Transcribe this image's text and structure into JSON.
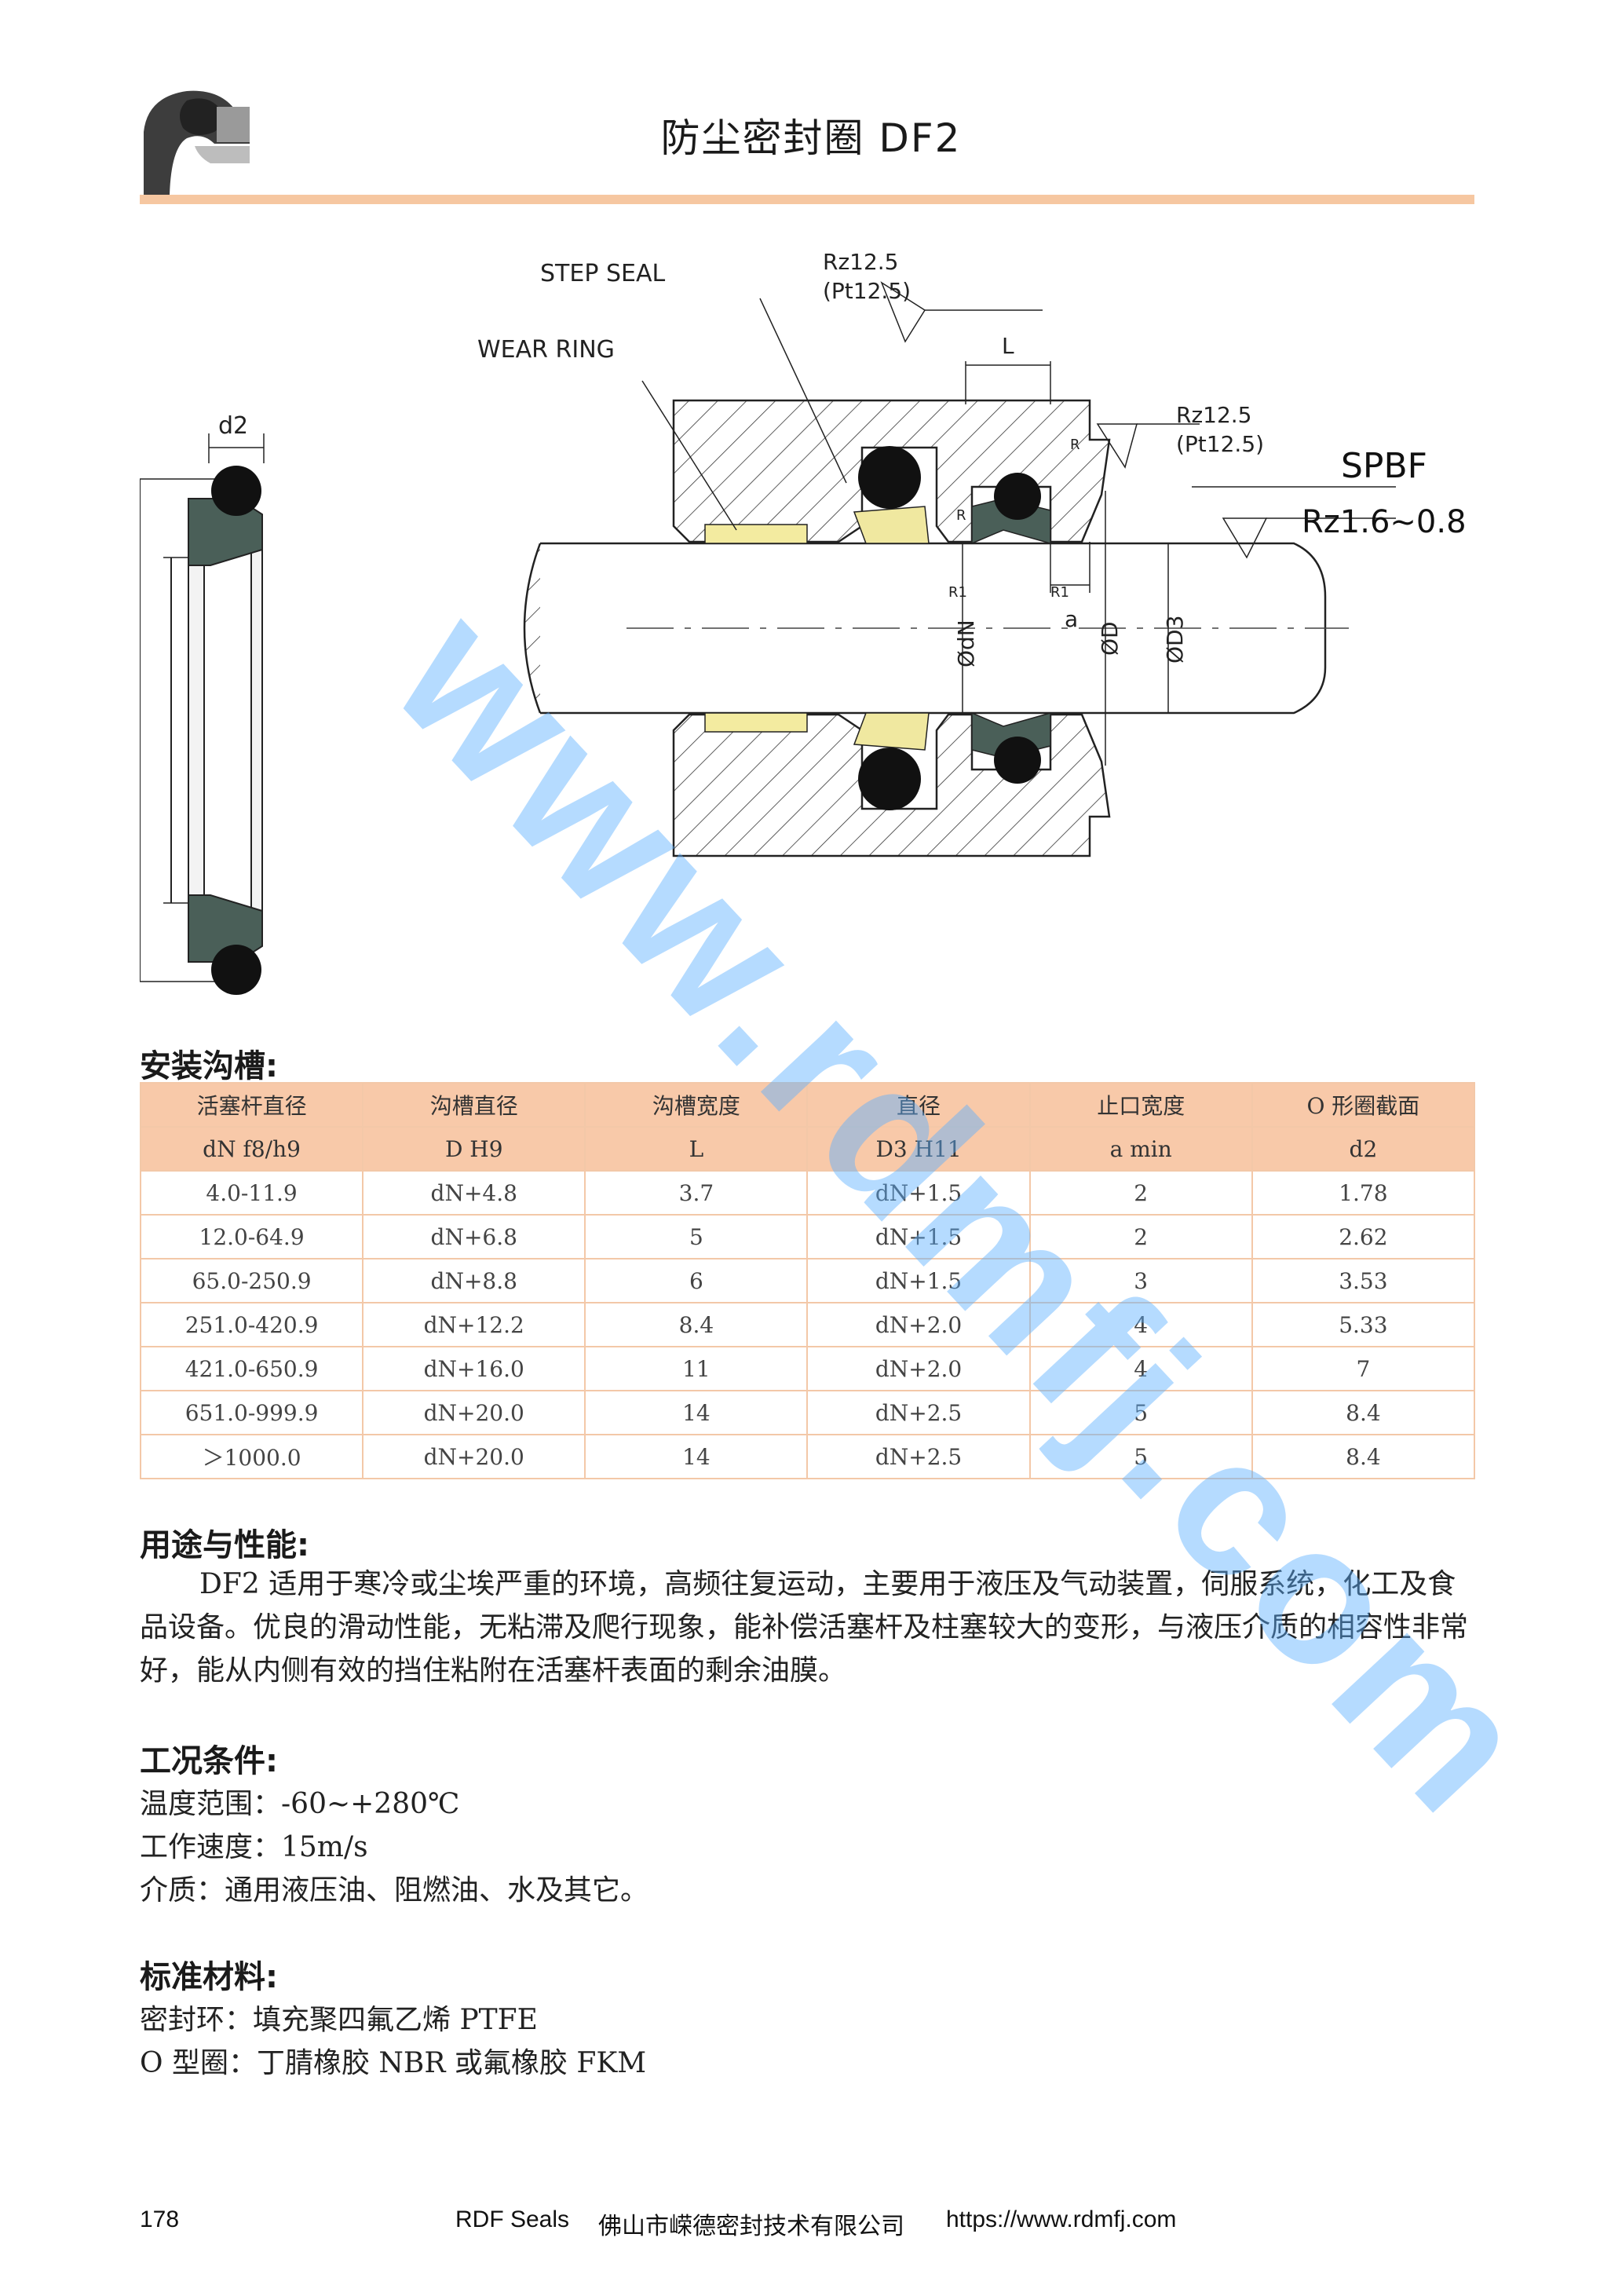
{
  "page": {
    "title": "防尘密封圈 DF2"
  },
  "drawing": {
    "labels": {
      "step_seal": "STEP SEAL",
      "wear_ring": "WEAR RING",
      "roughness_top": "Rz12.5",
      "roughness_top_pt": "(Pt12.5)",
      "roughness_mid": "Rz12.5",
      "roughness_mid_pt": "(Pt12.5)",
      "spbf": "SPBF",
      "roughness_rod": "Rz1.6~0.8",
      "dim_L": "L",
      "dim_a": "a",
      "dim_d2": "d2",
      "dim_dN": "ØdN",
      "dim_D": "ØD",
      "dim_D3": "ØD3",
      "r1_left": "R1",
      "r1_right": "R1",
      "r_left": "R",
      "r_right": "R"
    }
  },
  "install": {
    "heading": "安装沟槽:",
    "header_row1": [
      "活塞杆直径",
      "沟槽直径",
      "沟槽宽度",
      "直径",
      "止口宽度",
      "O 形圈截面"
    ],
    "header_row2": [
      "dN f8/h9",
      "D H9",
      "L",
      "D3 H11",
      "a min",
      "d2"
    ],
    "rows": [
      [
        "4.0-11.9",
        "dN+4.8",
        "3.7",
        "dN+1.5",
        "2",
        "1.78"
      ],
      [
        "12.0-64.9",
        "dN+6.8",
        "5",
        "dN+1.5",
        "2",
        "2.62"
      ],
      [
        "65.0-250.9",
        "dN+8.8",
        "6",
        "dN+1.5",
        "3",
        "3.53"
      ],
      [
        "251.0-420.9",
        "dN+12.2",
        "8.4",
        "dN+2.0",
        "4",
        "5.33"
      ],
      [
        "421.0-650.9",
        "dN+16.0",
        "11",
        "dN+2.0",
        "4",
        "7"
      ],
      [
        "651.0-999.9",
        "dN+20.0",
        "14",
        "dN+2.5",
        "5",
        "8.4"
      ],
      [
        "＞1000.0",
        "dN+20.0",
        "14",
        "dN+2.5",
        "5",
        "8.4"
      ]
    ]
  },
  "usage": {
    "heading": "用途与性能:",
    "text": "DF2 适用于寒冷或尘埃严重的环境，高频往复运动，主要用于液压及气动装置，伺服系统，化工及食品设备。优良的滑动性能，无粘滞及爬行现象，能补偿活塞杆及柱塞较大的变形，与液压介质的相容性非常好，能从内侧有效的挡住粘附在活塞杆表面的剩余油膜。"
  },
  "conditions": {
    "heading": "工况条件:",
    "temperature": "温度范围：-60~+280℃",
    "speed": "工作速度：15m/s",
    "medium": "介质：通用液压油、阻燃油、水及其它。"
  },
  "materials": {
    "heading": "标准材料:",
    "seal_ring": "密封环：填充聚四氟乙烯 PTFE",
    "o_ring": "O 型圈：丁腈橡胶 NBR 或氟橡胶 FKM"
  },
  "footer": {
    "page_number": "178",
    "brand": "RDF Seals",
    "company": "佛山市嵘德密封技术有限公司",
    "url": "https://www.rdmfj.com"
  },
  "watermark": "www.rdmfj.com",
  "colors": {
    "accent_rule": "#f6c7a1",
    "table_header": "#f8c9a9",
    "seal_green": "#4a5f58",
    "wear_ring_yellow": "#f3eba0",
    "watermark_blue": "#5aafff"
  }
}
